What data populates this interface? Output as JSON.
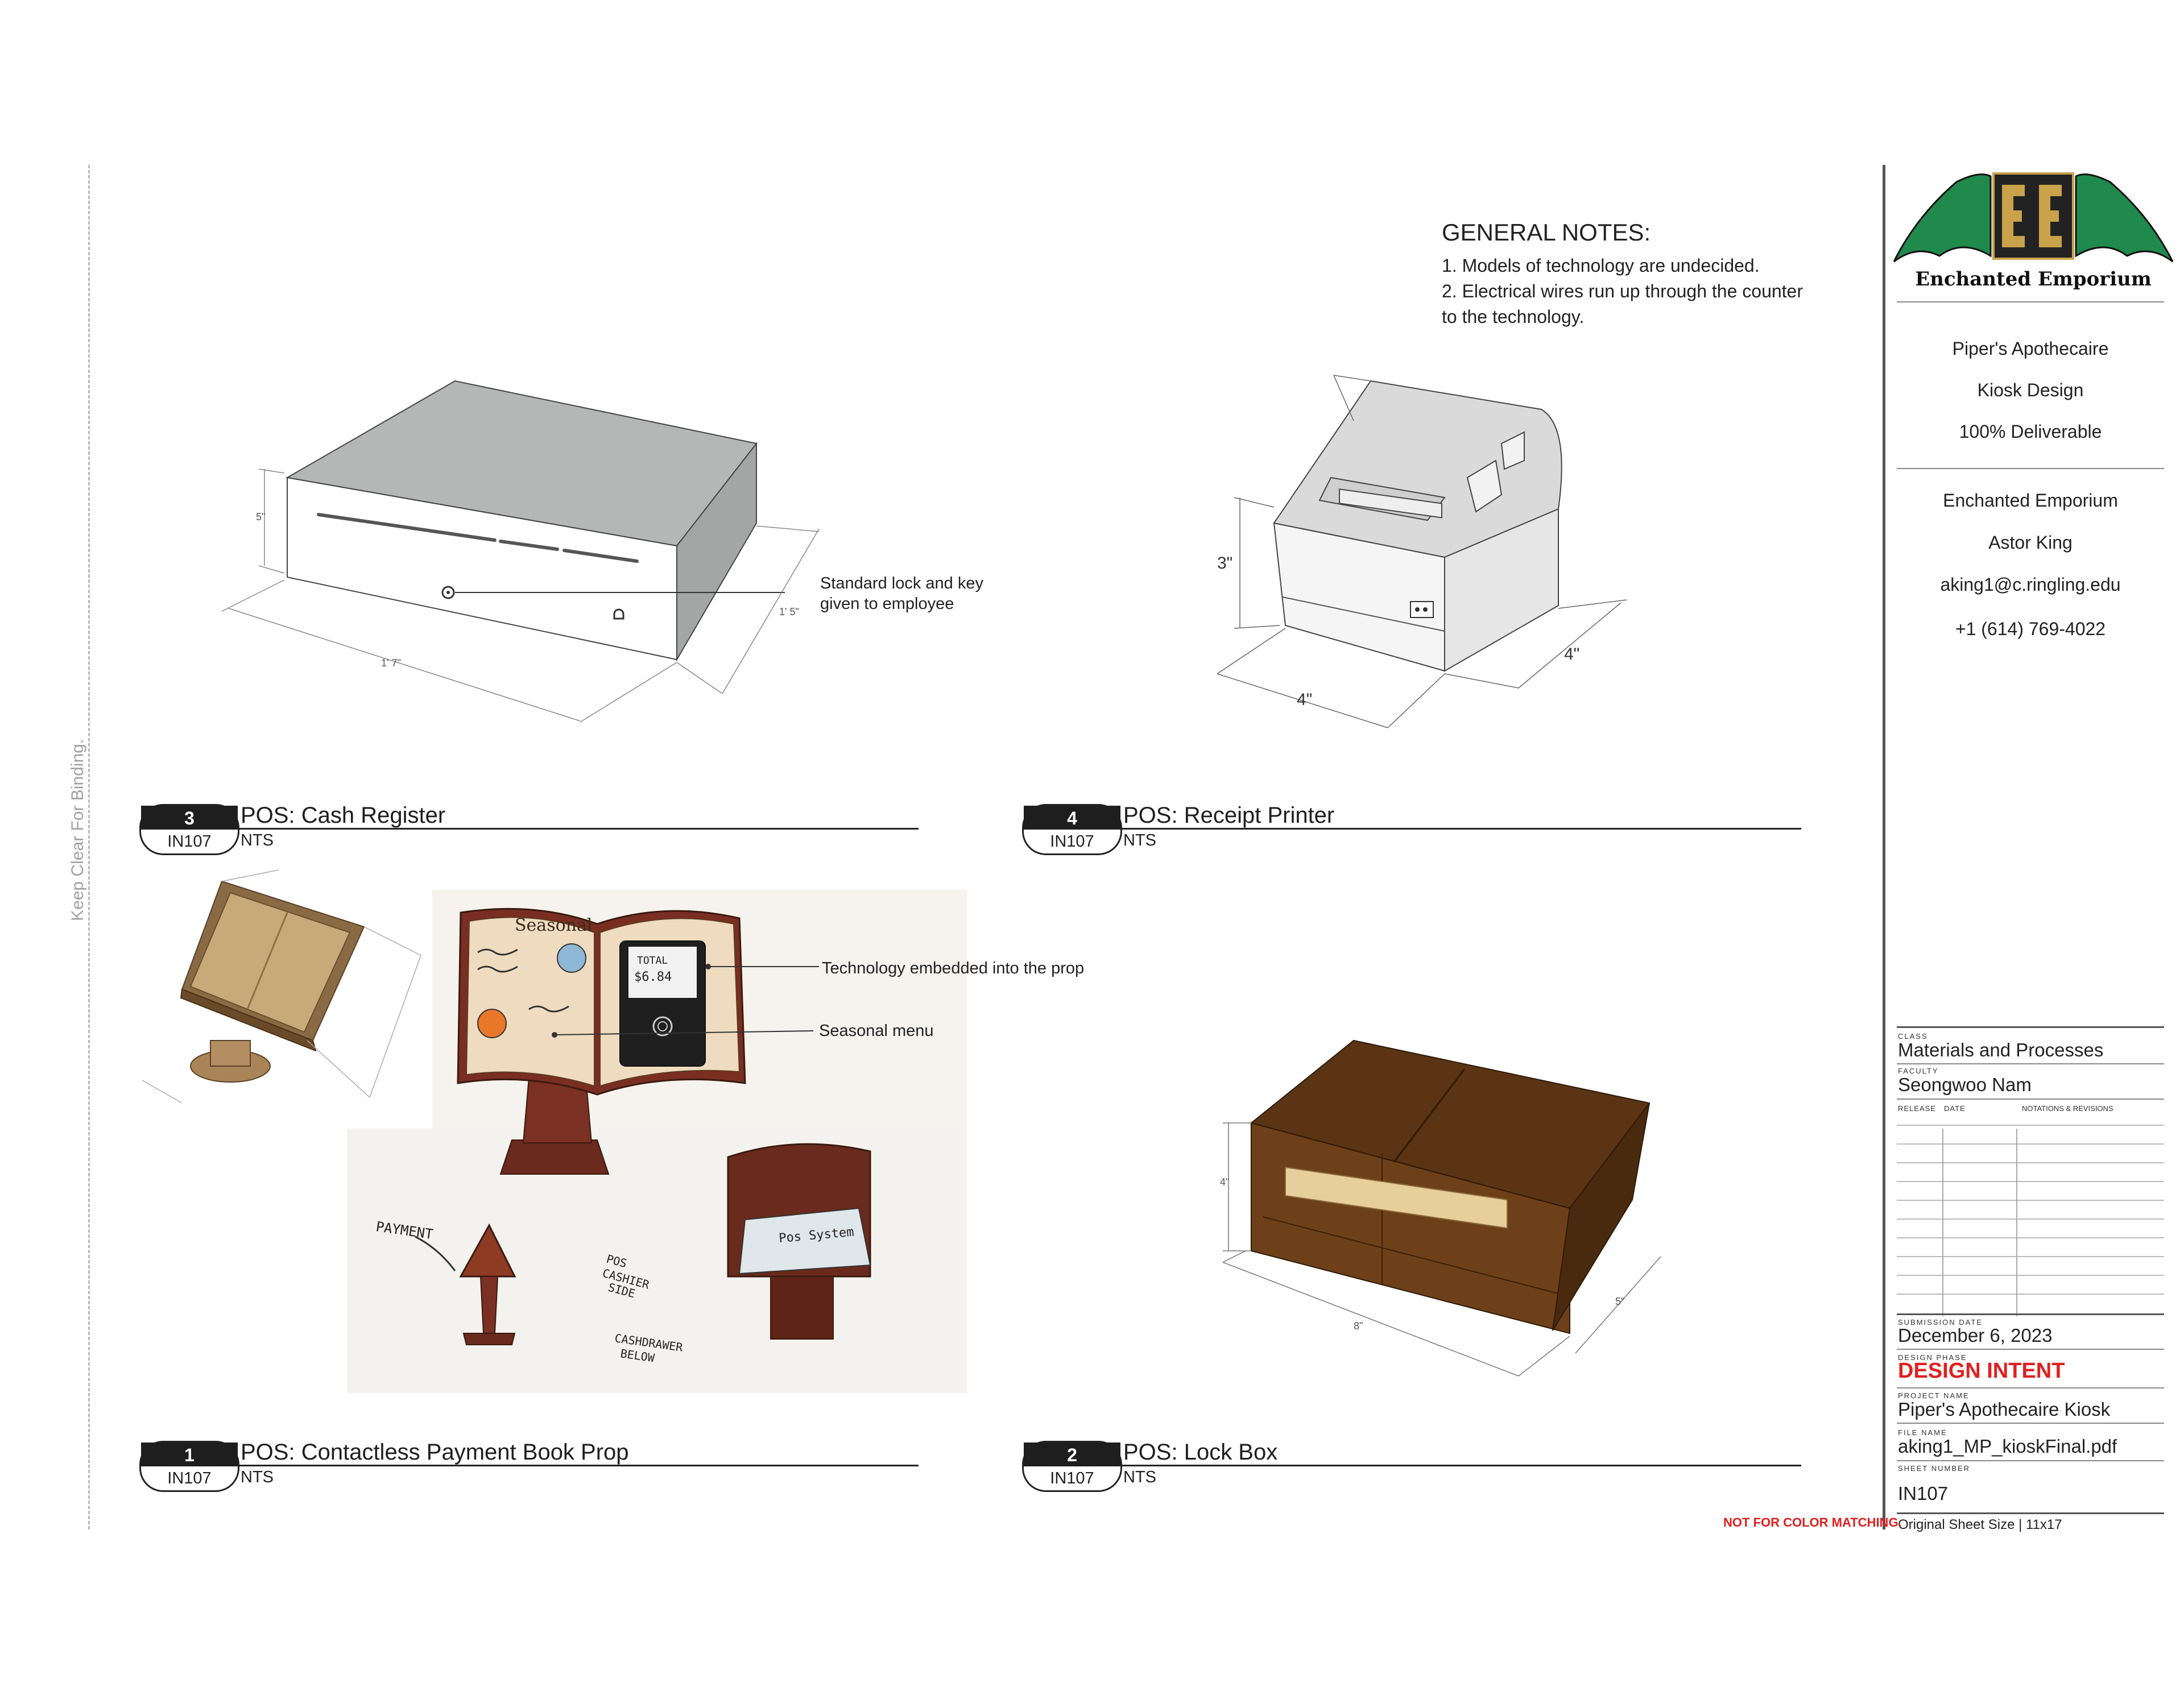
{
  "binding_note": "Keep Clear For Binding.",
  "general_notes": {
    "title": "GENERAL NOTES:",
    "items": [
      "1. Models of technology are undecided.",
      "2. Electrical wires run up through the counter",
      "to the technology."
    ]
  },
  "details": [
    {
      "number": "3",
      "sheet": "IN107",
      "title": "POS: Cash Register",
      "scale": "NTS"
    },
    {
      "number": "4",
      "sheet": "IN107",
      "title": "POS: Receipt Printer",
      "scale": "NTS"
    },
    {
      "number": "1",
      "sheet": "IN107",
      "title": "POS: Contactless Payment Book Prop",
      "scale": "NTS"
    },
    {
      "number": "2",
      "sheet": "IN107",
      "title": "POS: Lock Box",
      "scale": "NTS"
    }
  ],
  "annotations": {
    "cash_lock_line1": "Standard lock and key",
    "cash_lock_line2": "given to employee",
    "tech_embedded": "Technology embedded into the prop",
    "seasonal_menu": "Seasonal menu"
  },
  "dimensions": {
    "cash_height": "5\"",
    "cash_width": "1' 7\"",
    "cash_depth": "1' 5\"",
    "printer_height": "3\"",
    "printer_width": "4\"",
    "printer_depth": "4\"",
    "lockbox_height": "4\"",
    "lockbox_width": "8\"",
    "lockbox_depth": "5\""
  },
  "sketch_text": {
    "seasonal": "Seasonal",
    "total": "TOTAL",
    "amount": "$6.84",
    "payment": "PAYMENT",
    "pos_cashier_side_1": "POS",
    "pos_cashier_side_2": "CASHIER",
    "pos_cashier_side_3": "SIDE",
    "cash_drawer_1": "CASHDRAWER",
    "cash_drawer_2": "BELOW",
    "pos_system": "Pos System"
  },
  "title_block": {
    "logo_text": "Enchanted Emporium",
    "project_lines": [
      "Piper's Apothecaire",
      "Kiosk Design",
      "100% Deliverable"
    ],
    "contact_lines": [
      "Enchanted Emporium",
      "Astor King",
      "aking1@c.ringling.edu",
      "+1 (614) 769-4022"
    ],
    "class_label": "CLASS",
    "class_value": "Materials and Processes",
    "faculty_label": "FACULTY",
    "faculty_value": "Seongwoo Nam",
    "release_label": "RELEASE",
    "date_label": "DATE",
    "revisions_label": "NOTATIONS & REVISIONS",
    "submission_label": "SUBMISSION DATE",
    "submission_value": "December 6, 2023",
    "phase_label": "DESIGN PHASE",
    "phase_value": "DESIGN INTENT",
    "project_label": "PROJECT NAME",
    "project_value": "Piper's Apothecaire Kiosk",
    "file_label": "FILE NAME",
    "file_value": "aking1_MP_kioskFinal.pdf",
    "sheet_label": "SHEET NUMBER",
    "sheet_value": "IN107",
    "sheet_size": "Original Sheet Size | 11x17"
  },
  "color_warning": "NOT FOR COLOR MATCHING.",
  "colors": {
    "logo_green": "#1f8a4c",
    "logo_gold": "#c9a24a",
    "phase_red": "#e02020",
    "wood_dark": "#5a3414",
    "wood_light": "#e6cf9a"
  }
}
